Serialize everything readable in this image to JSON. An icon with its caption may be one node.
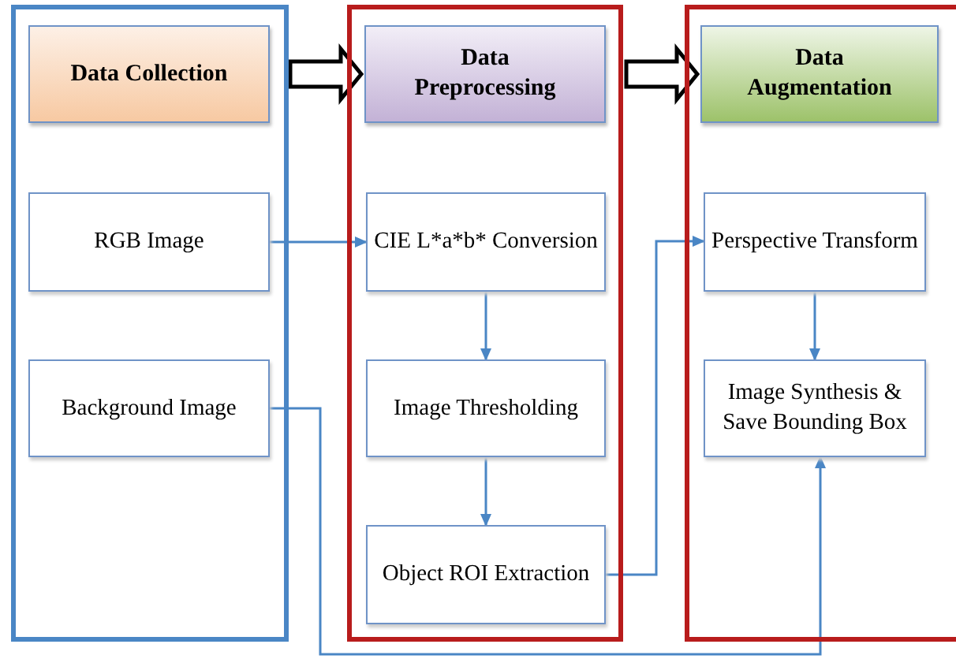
{
  "diagram": {
    "nodes": [
      {
        "text": [],
        "shape": "box"
      },
      {
        "text": [
          "Data Collection"
        ],
        "in": 0
      },
      {
        "text": [
          "RGB Image"
        ],
        "in": 0
      },
      {
        "text": [
          "Background Image"
        ],
        "in": 0
      },
      {
        "text": [],
        "shape": "box"
      },
      {
        "text": [
          "Data Preprocessing"
        ],
        "in": 4
      },
      {
        "text": [
          "CIE L*a*b* Conversion"
        ],
        "in": 4
      },
      {
        "text": [
          "Image Thresholding"
        ],
        "in": 4
      },
      {
        "text": [
          "Object ROI Extraction"
        ],
        "in": 4
      },
      {
        "text": [],
        "shape": "box"
      },
      {
        "text": [
          "Data Augmentation"
        ],
        "in": 9
      },
      {
        "text": [
          "Perspective Transform"
        ],
        "in": 9
      },
      {
        "text": [
          "Image Synthesis & Save Bounding Box"
        ],
        "in": 9
      }
    ],
    "edges": [
      {
        "from": 1,
        "to": 5,
        "arrow": "to",
        "style": "thick",
        "color": "#000000"
      },
      {
        "from": 5,
        "to": 10,
        "arrow": "to",
        "style": "thick",
        "color": "#000000"
      },
      {
        "from": 2,
        "to": 6,
        "arrow": "to"
      },
      {
        "from": 6,
        "to": 7,
        "arrow": "to"
      },
      {
        "from": 7,
        "to": 8,
        "arrow": "to"
      },
      {
        "from": 8,
        "to": 11,
        "arrow": "to"
      },
      {
        "from": 11,
        "to": 12,
        "arrow": "to"
      },
      {
        "from": 3,
        "to": 12,
        "arrow": "to"
      }
    ]
  }
}
